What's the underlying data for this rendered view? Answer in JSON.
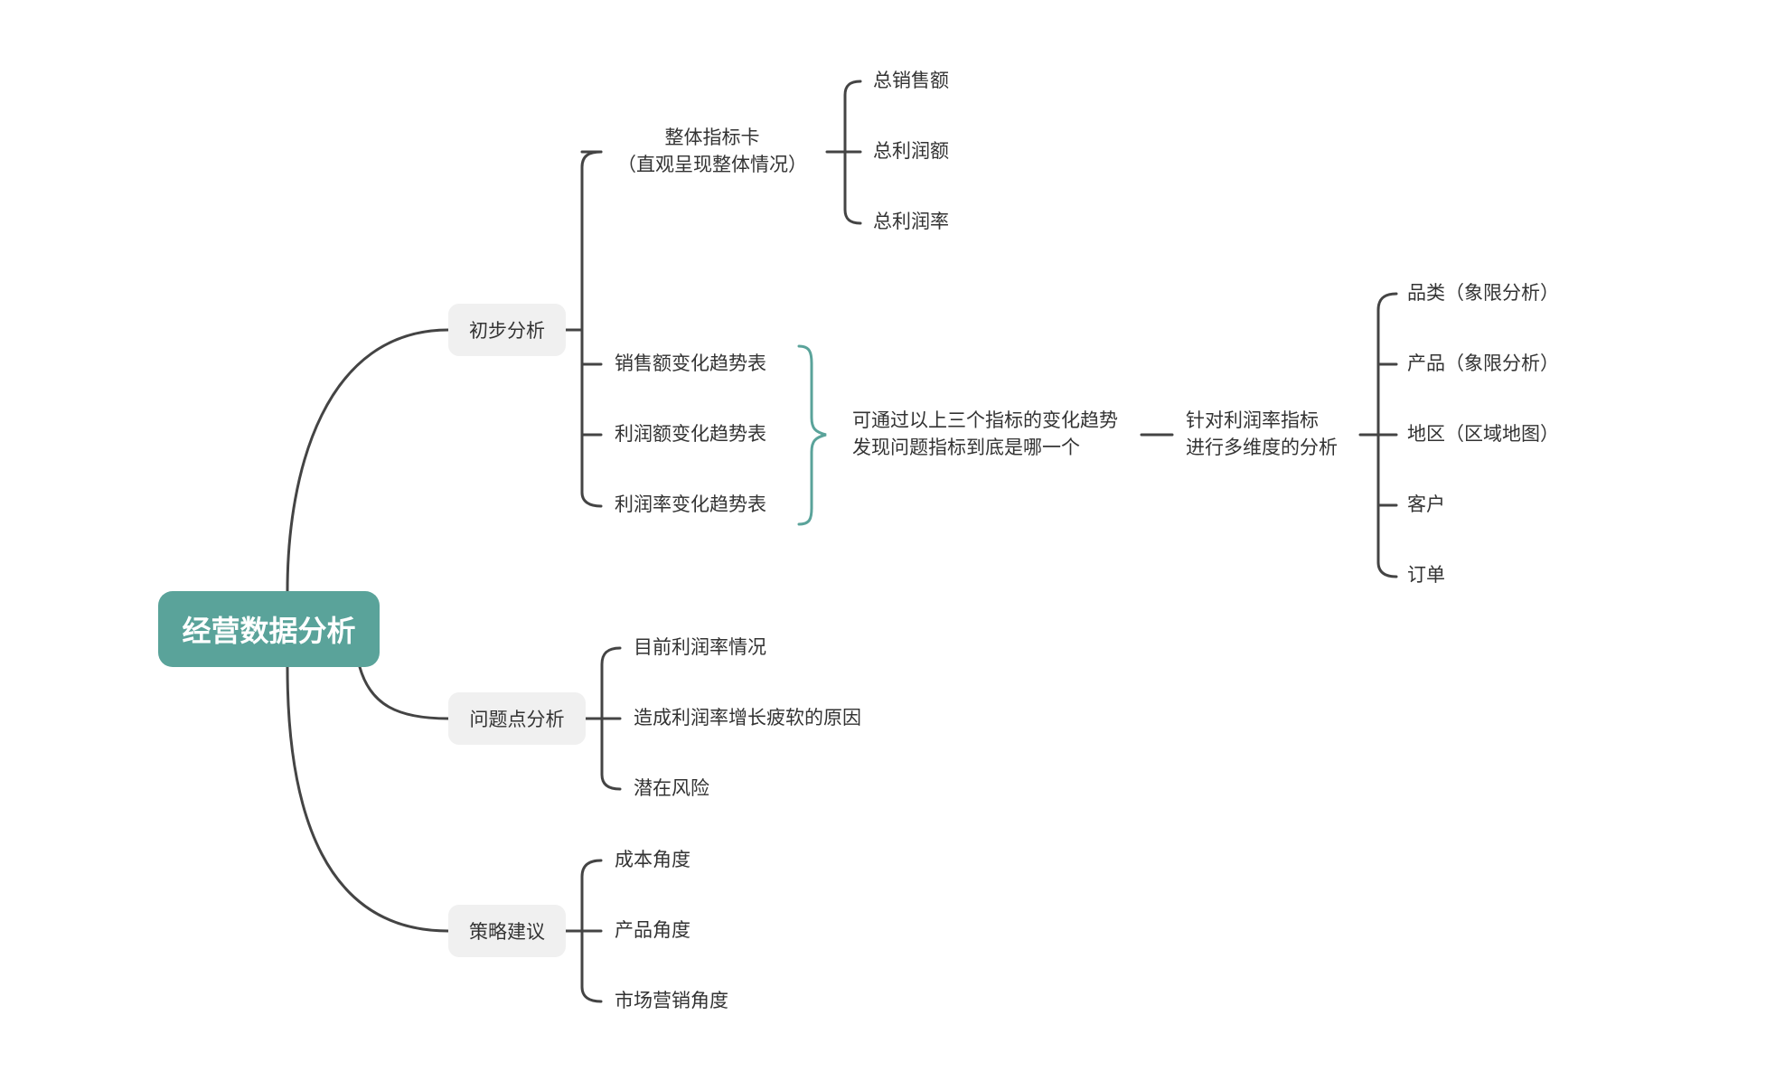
{
  "root": "经营数据分析",
  "colors": {
    "root_fill": "#5aa39a",
    "topic_fill": "#f0f0f0",
    "line": "#444444",
    "brace": "#5aa39a",
    "text": "#333333"
  },
  "branches": {
    "initial": {
      "label": "初步分析",
      "indicator_card": {
        "line1": "整体指标卡",
        "line2": "（直观呈现整体情况）"
      },
      "metrics": [
        "总销售额",
        "总利润额",
        "总利润率"
      ],
      "trend_tables": [
        "销售额变化趋势表",
        "利润额变化趋势表",
        "利润率变化趋势表"
      ],
      "trend_note": {
        "line1": "可通过以上三个指标的变化趋势",
        "line2": "发现问题指标到底是哪一个"
      },
      "profit_analysis": {
        "line1": "针对利润率指标",
        "line2": "进行多维度的分析"
      },
      "dimensions": [
        "品类（象限分析）",
        "产品（象限分析）",
        "地区（区域地图）",
        "客户",
        "订单"
      ]
    },
    "problem": {
      "label": "问题点分析",
      "items": [
        "目前利润率情况",
        "造成利润率增长疲软的原因",
        "潜在风险"
      ]
    },
    "strategy": {
      "label": "策略建议",
      "items": [
        "成本角度",
        "产品角度",
        "市场营销角度"
      ]
    }
  }
}
